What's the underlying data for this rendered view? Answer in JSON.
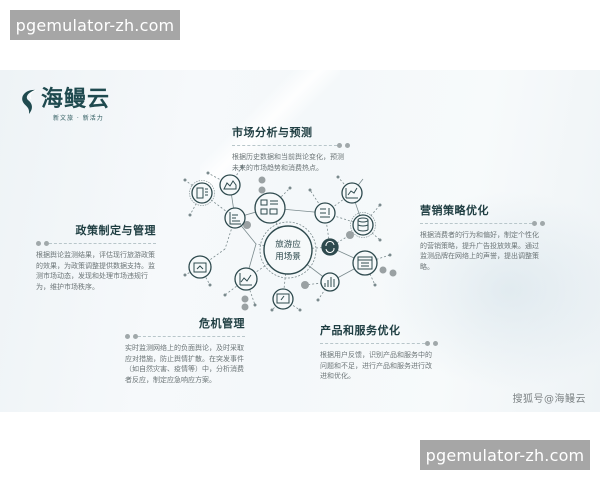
{
  "watermarks": {
    "top": "pgemulator-zh.com",
    "bottom": "pgemulator-zh.com"
  },
  "logo": {
    "name": "海鳗云",
    "tagline": "新文旅 · 新活力",
    "icon": "eel-wave-icon"
  },
  "hub": {
    "label_line1": "旅游应",
    "label_line2": "用场景"
  },
  "sections": {
    "market": {
      "title": "市场分析与预测",
      "body": "根据历史数据和当前舆论变化，预测未来的市场趋势和消费热点。"
    },
    "policy": {
      "title": "政策制定与管理",
      "body": "根据舆论监测结果，评估现行旅游政策的效果，为政策调整提供数据支持。监测市场动态，发现和处理市场违规行为，维护市场秩序。"
    },
    "marketing": {
      "title": "营销策略优化",
      "body": "根据消费者的行为和偏好，制定个性化的营销策略，提升广告投放效果。通过监测品牌在网络上的声誉，提出调整策略。"
    },
    "crisis": {
      "title": "危机管理",
      "body": "实时监测网络上的负面舆论，及时采取应对措施，防止舆情扩散。在突发事件（如自然灾害、疫情等）中，分析消费者反应，制定应急响应方案。"
    },
    "product": {
      "title": "产品和服务优化",
      "body": "根据用户反馈，识别产品和服务中的问题和不足，进行产品和服务进行改进和优化。"
    }
  },
  "network_icons": [
    "area-chart-icon",
    "list-document-icon",
    "grid-list-icon",
    "sort-list-icon",
    "line-chart-icon",
    "bar-chart-icon",
    "database-icon",
    "refresh-icon",
    "calendar-icon",
    "bar-growth-icon",
    "image-edit-icon",
    "trend-line-icon",
    "presentation-icon"
  ],
  "source": "搜狐号@海鳗云",
  "colors": {
    "accent": "#1f4a4f",
    "title": "#1f3e42",
    "body": "#6c7577",
    "node_stroke": "#2e4a4e",
    "watermark_bg": "#a6a6a6"
  }
}
